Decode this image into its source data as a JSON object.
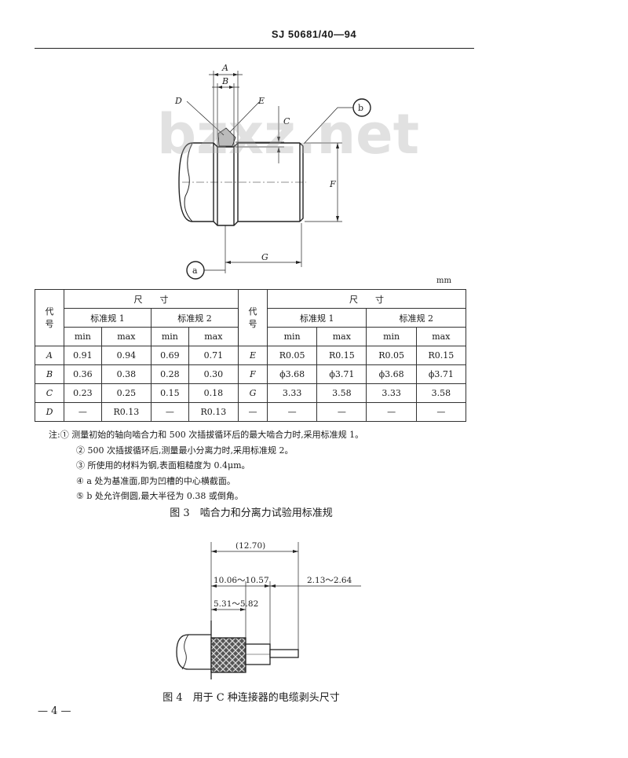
{
  "header": {
    "standard_code": "SJ 50681/40—94"
  },
  "watermark": "bzxz.net",
  "figure3": {
    "labels": {
      "A": "A",
      "B": "B",
      "C": "C",
      "D": "D",
      "E": "E",
      "F": "F",
      "G": "G",
      "a": "a",
      "b": "b"
    },
    "unit": "mm",
    "caption": "图 3　啮合力和分离力试验用标准规"
  },
  "table": {
    "code_header": "代\n号",
    "size_header": "尺　　寸",
    "gauge1": "标准规 1",
    "gauge2": "标准规 2",
    "min": "min",
    "max": "max",
    "rows": [
      {
        "l": "A",
        "v": [
          "0.91",
          "0.94",
          "0.69",
          "0.71"
        ],
        "r": "E",
        "w": [
          "R0.05",
          "R0.15",
          "R0.05",
          "R0.15"
        ]
      },
      {
        "l": "B",
        "v": [
          "0.36",
          "0.38",
          "0.28",
          "0.30"
        ],
        "r": "F",
        "w": [
          "ϕ3.68",
          "ϕ3.71",
          "ϕ3.68",
          "ϕ3.71"
        ]
      },
      {
        "l": "C",
        "v": [
          "0.23",
          "0.25",
          "0.15",
          "0.18"
        ],
        "r": "G",
        "w": [
          "3.33",
          "3.58",
          "3.33",
          "3.58"
        ]
      },
      {
        "l": "D",
        "v": [
          "—",
          "R0.13",
          "—",
          "R0.13"
        ],
        "r": "—",
        "w": [
          "—",
          "—",
          "—",
          "—"
        ]
      }
    ]
  },
  "notes": {
    "n1": "注:① 测量初始的轴向啮合力和 500 次插拔循环后的最大啮合力时,采用标准规 1。",
    "n2": "② 500 次插拔循环后,测量最小分离力时,采用标准规 2。",
    "n3": "③ 所使用的材料为钢,表面粗糙度为 0.4μm。",
    "n4": "④ a 处为基准面,即为凹槽的中心横截面。",
    "n5": "⑤ b 处允许倒圆,最大半径为 0.38 或倒角。"
  },
  "figure4": {
    "dim_total": "(12.70)",
    "dim_middle": "10.06～10.57",
    "dim_right": "2.13～2.64",
    "dim_inner": "5.31～5.82",
    "caption": "图 4　用于 C 种连接器的电缆剥头尺寸"
  },
  "footer": {
    "page": "— 4 —"
  }
}
